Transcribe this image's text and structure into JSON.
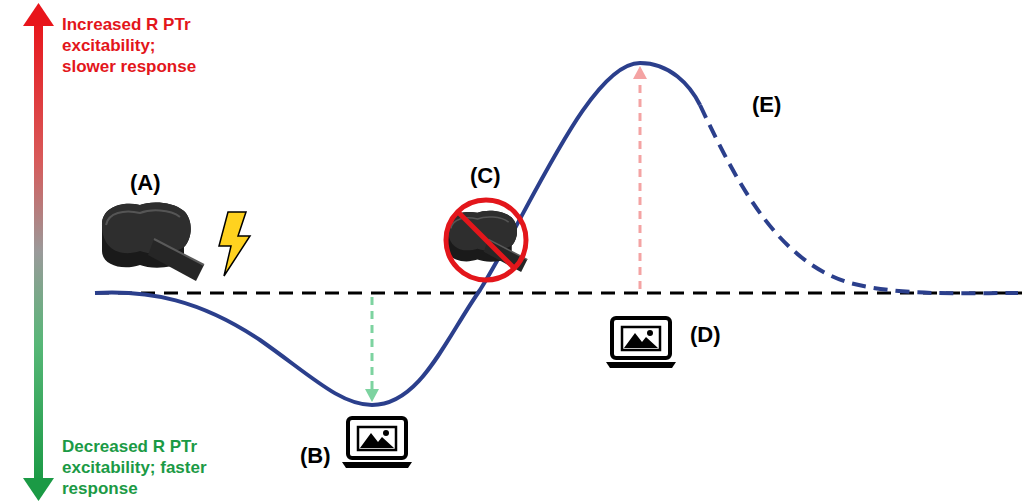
{
  "diagram": {
    "labels": [
      "Increased R PTr excitability; slower response",
      "Decreased R PTr excitability; faster response",
      "(A)",
      "(B)",
      "(C)",
      "(D)",
      "(E)"
    ]
  }
}
